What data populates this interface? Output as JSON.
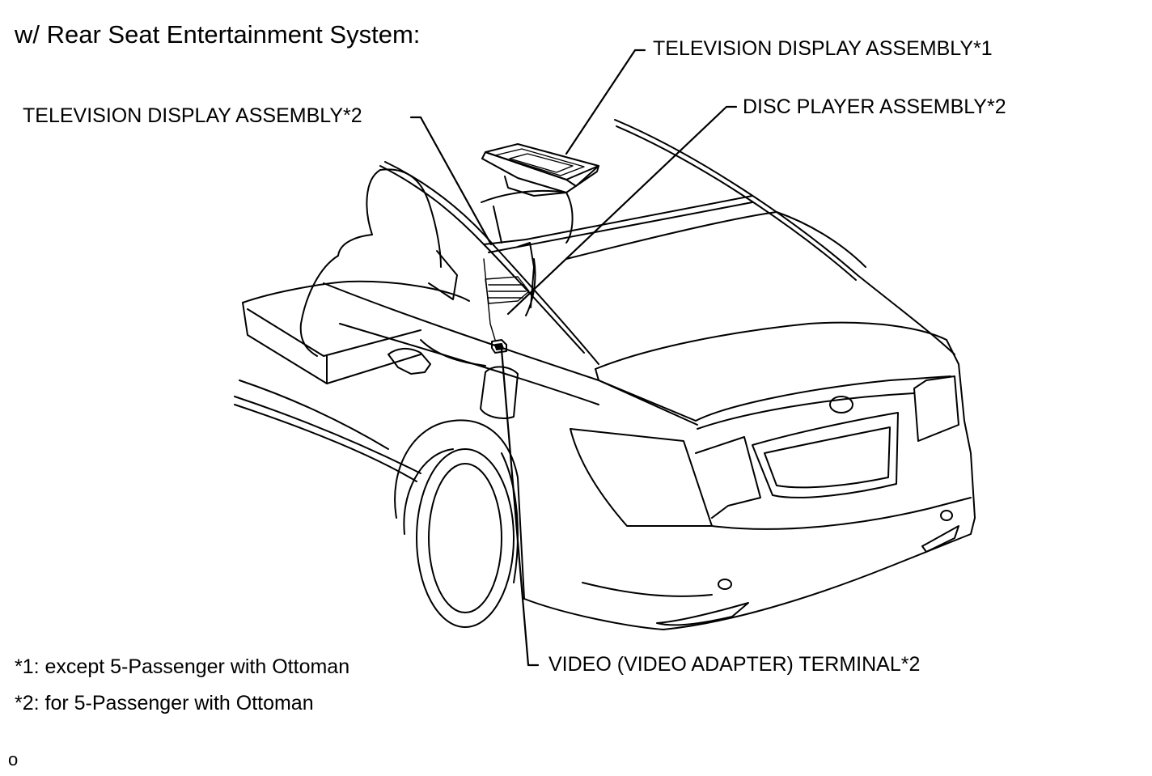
{
  "title": "w/ Rear Seat Entertainment System:",
  "callouts": {
    "tv_display_1": "TELEVISION DISPLAY ASSEMBLY*1",
    "tv_display_2": "TELEVISION DISPLAY ASSEMBLY*2",
    "disc_player_2": "DISC PLAYER ASSEMBLY*2",
    "video_terminal_2": "VIDEO (VIDEO ADAPTER) TERMINAL*2"
  },
  "footnotes": {
    "note_1": "*1: except 5-Passenger with Ottoman",
    "note_2": "*2: for 5-Passenger with Ottoman"
  },
  "image_code": "o"
}
